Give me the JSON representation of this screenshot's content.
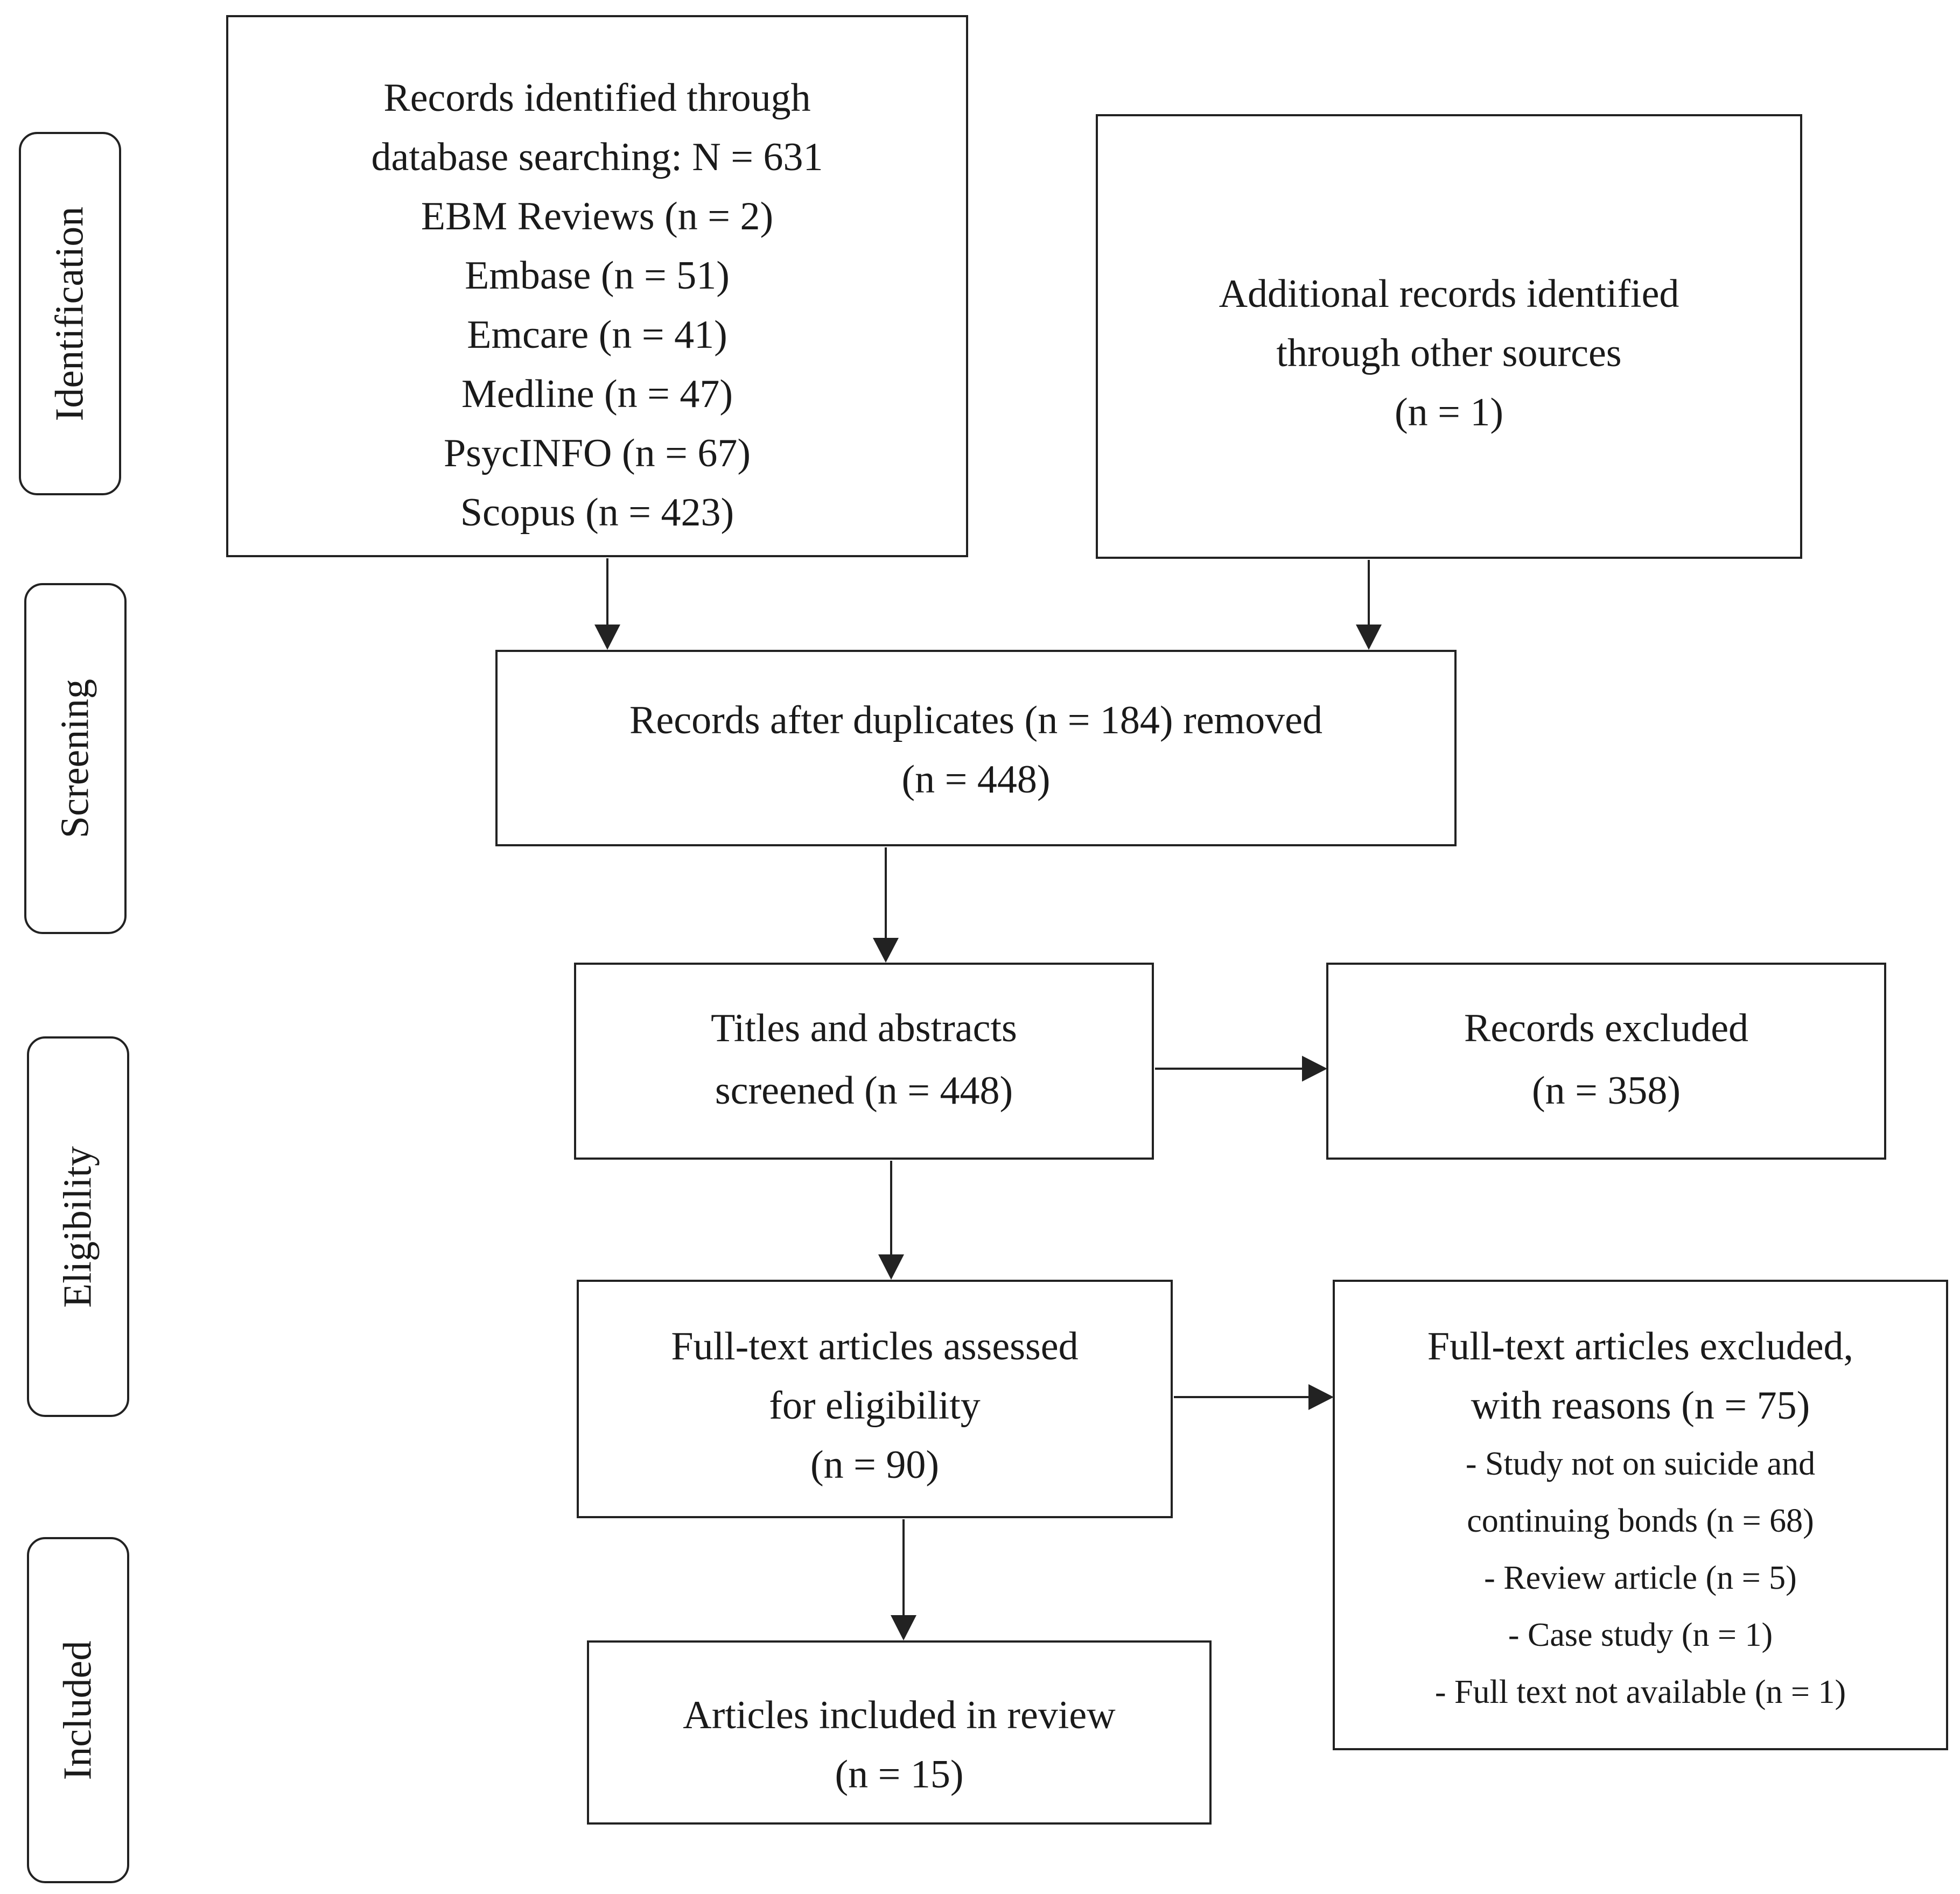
{
  "stages": [
    {
      "label": "Identification"
    },
    {
      "label": "Screening"
    },
    {
      "label": "Eligibility"
    },
    {
      "label": "Included"
    }
  ],
  "boxes": {
    "database_search": {
      "lines": [
        "Records identified through",
        "database searching: N = 631",
        "EBM Reviews (n = 2)",
        "Embase (n = 51)",
        "Emcare (n = 41)",
        "Medline  (n = 47)",
        "PsycINFO (n = 67)",
        "Scopus (n = 423)"
      ]
    },
    "other_sources": {
      "lines": [
        "Additional records identified",
        "through other sources",
        "(n = 1)"
      ]
    },
    "after_duplicates": {
      "lines": [
        "Records after duplicates (n = 184) removed",
        "(n = 448)"
      ]
    },
    "screened": {
      "lines": [
        "Titles and abstracts",
        "screened    (n = 448)"
      ]
    },
    "excluded": {
      "lines": [
        "Records excluded",
        "(n = 358)"
      ]
    },
    "full_text_assessed": {
      "lines": [
        "Full-text articles assessed",
        "for eligibility",
        "(n = 90)"
      ]
    },
    "full_text_excluded": {
      "lines": [
        "Full-text articles excluded,",
        "with reasons (n = 75)"
      ],
      "reasons": [
        "- Study not on suicide and",
        "continuing bonds (n = 68)",
        "- Review article (n = 5)",
        "- Case study  (n = 1)",
        "- Full text not available (n = 1)"
      ]
    },
    "included": {
      "lines": [
        "Articles included in review",
        "(n = 15)"
      ]
    }
  }
}
